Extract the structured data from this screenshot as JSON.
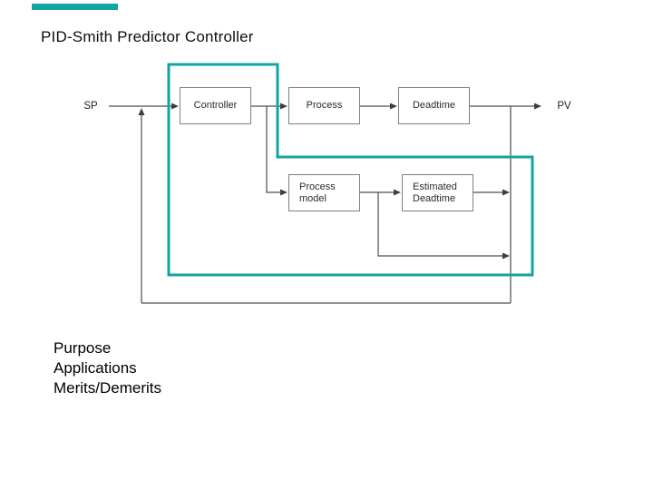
{
  "slide": {
    "title": "PID-Smith Predictor Controller",
    "accent_color": "#12a3a3",
    "line_color": "#4d4d4d",
    "box_border_color": "#7f7f7f"
  },
  "diagram": {
    "labels": {
      "sp": "SP",
      "pv": "PV"
    },
    "blocks": {
      "controller": "Controller",
      "process": "Process",
      "deadtime": "Deadtime",
      "process_model_line1": "Process",
      "process_model_line2": "model",
      "estimated_deadtime_line1": "Estimated",
      "estimated_deadtime_line2": "Deadtime"
    }
  },
  "footer": {
    "lines": [
      "Purpose",
      "Applications",
      "Merits/Demerits"
    ]
  }
}
